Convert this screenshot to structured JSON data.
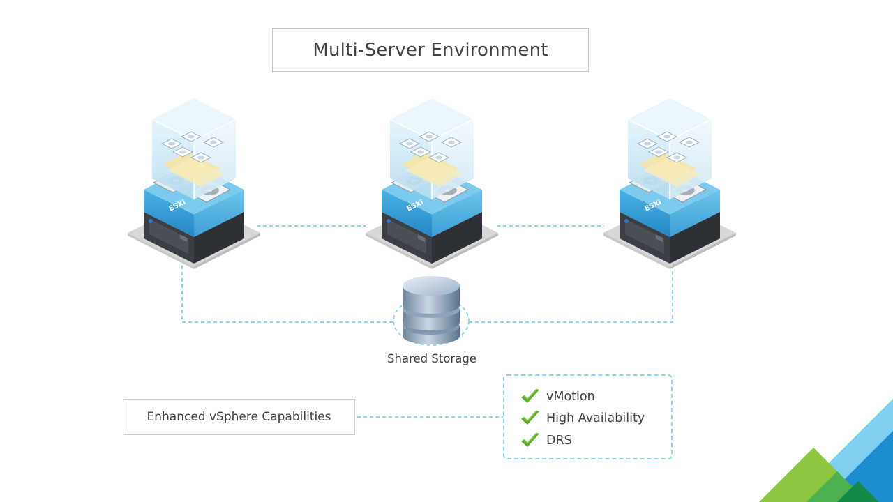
{
  "title": "Multi-Server Environment",
  "host_label": "ESXi",
  "storage_label": "Shared Storage",
  "capabilities_label": "Enhanced vSphere Capabilities",
  "features": [
    "vMotion",
    "High Availability",
    "DRS"
  ],
  "colors": {
    "accent_blue": "#3aa2d8",
    "dashed_line": "#8fd6ec",
    "check_green": "#5fae2e",
    "corner_green": "#6cb33f",
    "corner_blue": "#1d8ed0"
  }
}
